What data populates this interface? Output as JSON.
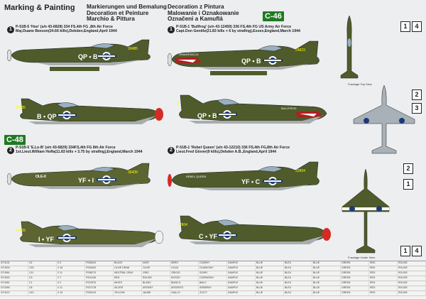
{
  "header": {
    "title": "Marking & Painting",
    "col2": [
      "Markierungen und Bemalung",
      "Decoration et Peinture",
      "Marchio & Pittura"
    ],
    "col3": [
      "Decoration z Pintura",
      "Malowanie i Oznakowanie",
      "Označeni a Kamuflá"
    ]
  },
  "badges": {
    "c46": "C-46",
    "c48": "C-48"
  },
  "markings": [
    {
      "num": "1",
      "lines": [
        "P-51B-5 'Hoo' (s/n 43-6828) 334 FS,4th FG ,8th Air Force",
        "Maj.Duane Beeson(24.66 kills),Debden,England,April 1944"
      ]
    },
    {
      "num": "1",
      "lines": [
        "P-51B-1 'Bullfrog' (s/n 43-12459) 336 FS,4th FG US Army Air Force",
        "Capt.Don Gentile(21.83 kills + 6 by strafing),Essex,England,March 1944"
      ]
    },
    {
      "num": "2",
      "lines": [
        "P-51B-5 'E.Lo-B' (s/n 43-6829) 334FS,4th FG 8th Air Force",
        "1st.Lieut.William Hofla(11.83 kills + 3.75 by strafing),England,March 1944"
      ]
    },
    {
      "num": "2",
      "lines": [
        "P-51B-1 'Rebel Queen' (s/n 43-12210) 336 FS,4th FG,8th Air Force",
        "Lieut.Fred Glover(9 kills),Debden A.B.,England,April 1944"
      ]
    }
  ],
  "codes": {
    "p1": "QP • B",
    "p2": "B • QP",
    "p3": "YF • I",
    "p4": "I • YF",
    "p5": "QP • B",
    "p6": "QP • B",
    "p7": "YF • C",
    "p8": "C • YF",
    "s1": "30485",
    "s2": "24823",
    "s3": "36439",
    "s4": "32804"
  },
  "nose_art": {
    "p5": "SHANGHAI-LIL",
    "p6": "BULLFROG",
    "p7": "REBEL QUEEN"
  },
  "side_nums": [
    "1",
    "4",
    "2",
    "3",
    "2",
    "1",
    "1",
    "4"
  ],
  "view_labels": {
    "top": "Fuselage Top View",
    "under": "Fuselage Under View"
  },
  "table_rows": [
    [
      "GT4131",
      "C4",
      "G 1",
      "FS35043",
      "BLACK",
      "NOIR",
      "NERO",
      "CZARNY",
      "SAMPLE",
      "BLUE",
      "BLEU",
      "BLUE",
      "GREEN",
      "RED",
      "ROUGE"
    ],
    [
      "GT4034",
      "C33",
      "X 18",
      "FS34092",
      "OLIVE DRAB",
      "OLIVE",
      "OLIVA",
      "OLIWKOWY",
      "SAMPLE",
      "BLUE",
      "BLEU",
      "BLUE",
      "GREEN",
      "RED",
      "ROUGE"
    ],
    [
      "GT4061",
      "C11",
      "X 11",
      "FS36270",
      "NEUTRAL GRAY",
      "GRIS",
      "GRIGIO",
      "SZARY",
      "SAMPLE",
      "BLUE",
      "BLEU",
      "BLUE",
      "GREEN",
      "RED",
      "ROUGE"
    ],
    [
      "GT4022",
      "C3",
      "X 7",
      "FS31136",
      "RED",
      "ROUGE",
      "ROSSO",
      "CZERWONY",
      "SAMPLE",
      "BLUE",
      "BLEU",
      "BLUE",
      "GREEN",
      "RED",
      "ROUGE"
    ],
    [
      "GT4051",
      "C1",
      "X 2",
      "FS37875",
      "WHITE",
      "BLANC",
      "BIANCO",
      "BIALY",
      "SAMPLE",
      "BLUE",
      "BLEU",
      "BLUE",
      "GREEN",
      "RED",
      "ROUGE"
    ],
    [
      "GT4090",
      "C8",
      "X 11",
      "FS37178",
      "SILVER",
      "ARGENT",
      "ARGENTO",
      "SREBRNY",
      "SAMPLE",
      "BLUE",
      "BLEU",
      "BLUE",
      "GREEN",
      "RED",
      "ROUGE"
    ],
    [
      "GT4113",
      "C43",
      "X 10",
      "FS30219",
      "YELLOW",
      "JAUNE",
      "GIALLO",
      "ZOLTY",
      "SAMPLE",
      "BLUE",
      "BLEU",
      "BLUE",
      "GREEN",
      "RED",
      "ROUGE"
    ]
  ]
}
